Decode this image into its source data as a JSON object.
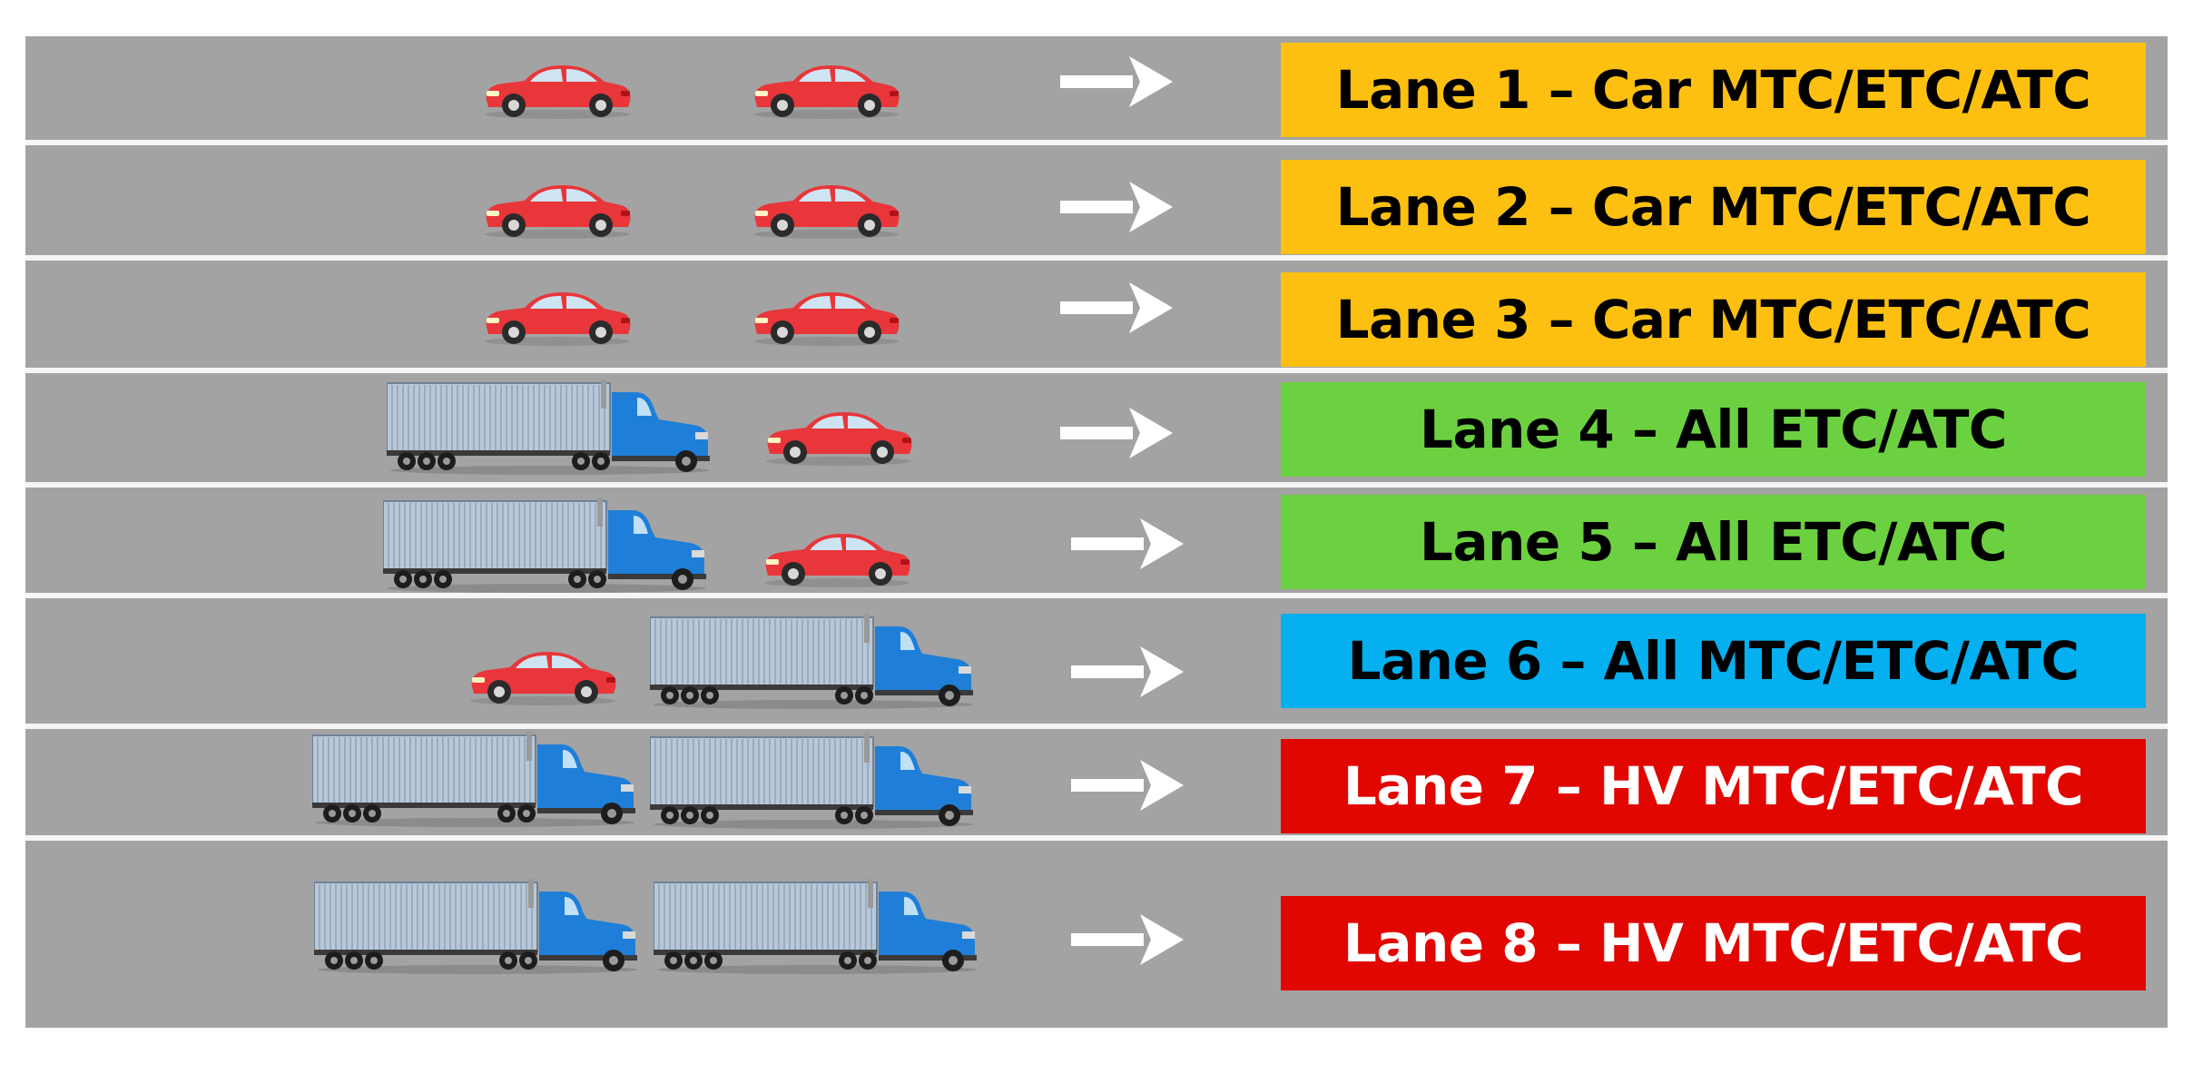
{
  "lanes": [
    {
      "label": "Lane 1 – Car MTC/ETC/ATC",
      "color": "#fdc010",
      "text_color": "#000000",
      "vehicles": [
        "car",
        "car"
      ]
    },
    {
      "label": "Lane 2 – Car MTC/ETC/ATC",
      "color": "#fdc010",
      "text_color": "#000000",
      "vehicles": [
        "car",
        "car"
      ]
    },
    {
      "label": "Lane 3 – Car MTC/ETC/ATC",
      "color": "#fdc010",
      "text_color": "#000000",
      "vehicles": [
        "car",
        "car"
      ]
    },
    {
      "label": "Lane 4 – All ETC/ATC",
      "color": "#6cd140",
      "text_color": "#000000",
      "vehicles": [
        "truck",
        "car"
      ]
    },
    {
      "label": "Lane 5 – All ETC/ATC",
      "color": "#6cd140",
      "text_color": "#000000",
      "vehicles": [
        "truck",
        "car"
      ]
    },
    {
      "label": "Lane 6 – All MTC/ETC/ATC",
      "color": "#04b0ef",
      "text_color": "#000000",
      "vehicles": [
        "car",
        "truck"
      ]
    },
    {
      "label": "Lane 7 – HV MTC/ETC/ATC",
      "color": "#e10600",
      "text_color": "#ffffff",
      "vehicles": [
        "truck",
        "truck"
      ]
    },
    {
      "label": "Lane 8 – HV MTC/ETC/ATC",
      "color": "#e10600",
      "text_color": "#ffffff",
      "vehicles": [
        "truck",
        "truck"
      ]
    }
  ],
  "colors": {
    "road": "#a3a3a3",
    "lane_divider": "#f5f5f5",
    "arrow": "#ffffff",
    "car_body": "#e8363a",
    "truck_cab": "#1f7fd8",
    "truck_trailer": "#b8c8d8"
  },
  "icons": {
    "car": "red-car-icon",
    "truck": "blue-semi-truck-icon",
    "arrow": "right-arrow-icon"
  }
}
